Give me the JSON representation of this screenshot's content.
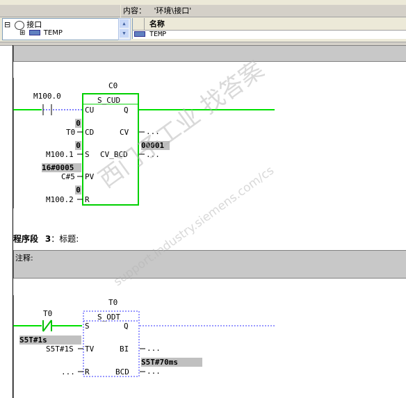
{
  "header": {
    "content_label": "内容：",
    "content_path": "'环境\\接口'"
  },
  "tree": {
    "items": [
      {
        "expander": "⊟",
        "label": "接口"
      },
      {
        "expander": "⊞",
        "label": "TEMP"
      }
    ]
  },
  "detail": {
    "column_name": "名称",
    "rows": [
      "TEMP"
    ]
  },
  "network1": {
    "counter_name": "C0",
    "block_type": "S_CUD",
    "input_contact": "M100.0",
    "pins_left": {
      "cu": "CU",
      "cd": "CD",
      "s": "S",
      "pv": "PV",
      "r": "R"
    },
    "pins_right": {
      "q": "Q",
      "cv": "CV",
      "cv_bcd": "CV_BCD"
    },
    "cd_value": "0",
    "cd_operand": "T0",
    "s_value": "0",
    "s_operand": "M100.1",
    "pv_value": "16#0005",
    "pv_operand": "C#5",
    "r_value": "0",
    "r_operand": "M100.2",
    "cv_out": "...",
    "cv_bcd_value": "00001",
    "cv_bcd_out": "..."
  },
  "network3": {
    "title_prefix": "程序段",
    "number": "3",
    "title": "：标题:",
    "comment_label": "注释:",
    "timer_name": "T0",
    "block_type": "S_ODT",
    "input_contact": "T0",
    "pins_left": {
      "s": "S",
      "tv": "TV",
      "r": "R"
    },
    "pins_right": {
      "q": "Q",
      "bi": "BI",
      "bcd": "BCD"
    },
    "s_value": "S5T#1s",
    "tv_operand": "S5T#1S",
    "r_operand": "...",
    "bi_out": "...",
    "bcd_value": "S5T#70ms",
    "bcd_out": "..."
  },
  "watermark": {
    "cn_text": "西门子工业 找答案",
    "url_text": "support.industry.siemens.com/cs"
  },
  "colors": {
    "active_wire": "#00e000",
    "inactive_wire": "#0000ff",
    "box_green": "#00d000",
    "box_dotted": "#3030ff"
  }
}
